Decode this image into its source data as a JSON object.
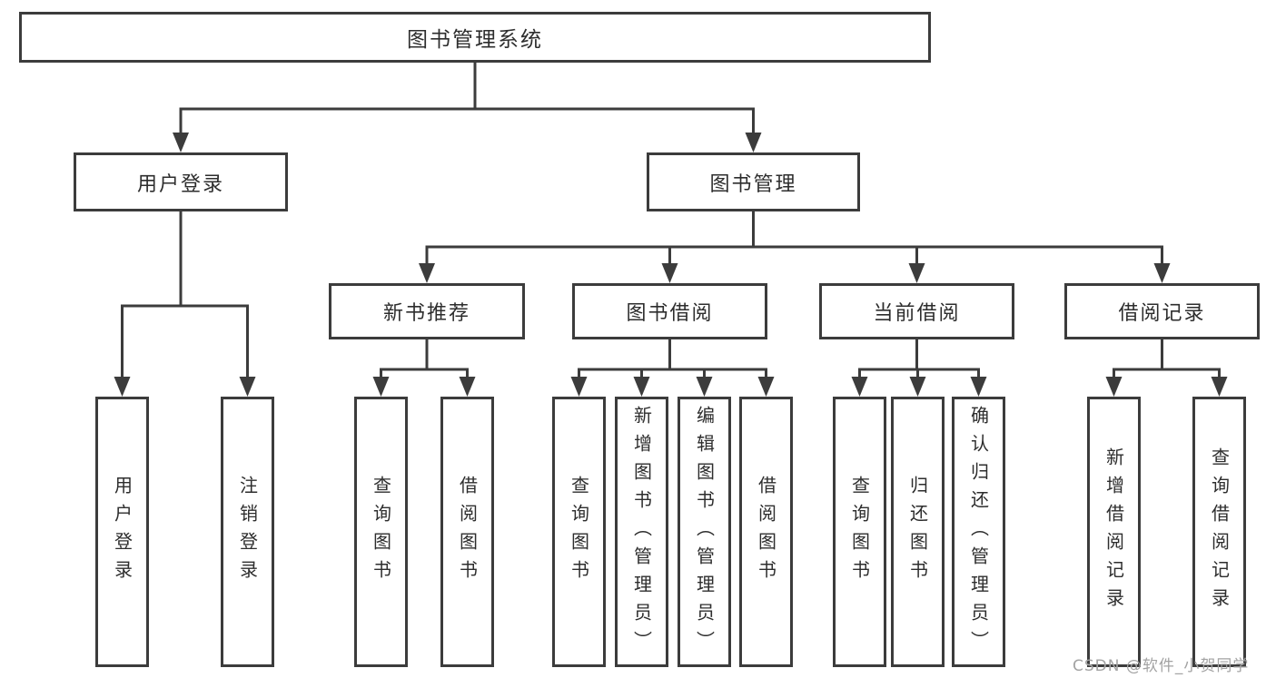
{
  "tree": {
    "root": "图书管理系统",
    "branches": [
      {
        "label": "用户登录",
        "children": [
          "用户登录",
          "注销登录"
        ]
      },
      {
        "label": "图书管理",
        "subBranches": [
          {
            "label": "新书推荐",
            "children": [
              "查询图书",
              "借阅图书"
            ]
          },
          {
            "label": "图书借阅",
            "children": [
              "查询图书",
              "新增图书（管理员）",
              "编辑图书（管理员）",
              "借阅图书"
            ]
          },
          {
            "label": "当前借阅",
            "children": [
              "查询图书",
              "归还图书",
              "确认归还（管理员）"
            ]
          },
          {
            "label": "借阅记录",
            "children": [
              "新增借阅记录",
              "查询借阅记录"
            ]
          }
        ]
      }
    ]
  },
  "watermark": "CSDN @软件_小贺同学",
  "colors": {
    "line": "#3c3c3c",
    "text": "#2d2d2d",
    "watermark": "#a3a3a3",
    "background": "#ffffff"
  }
}
